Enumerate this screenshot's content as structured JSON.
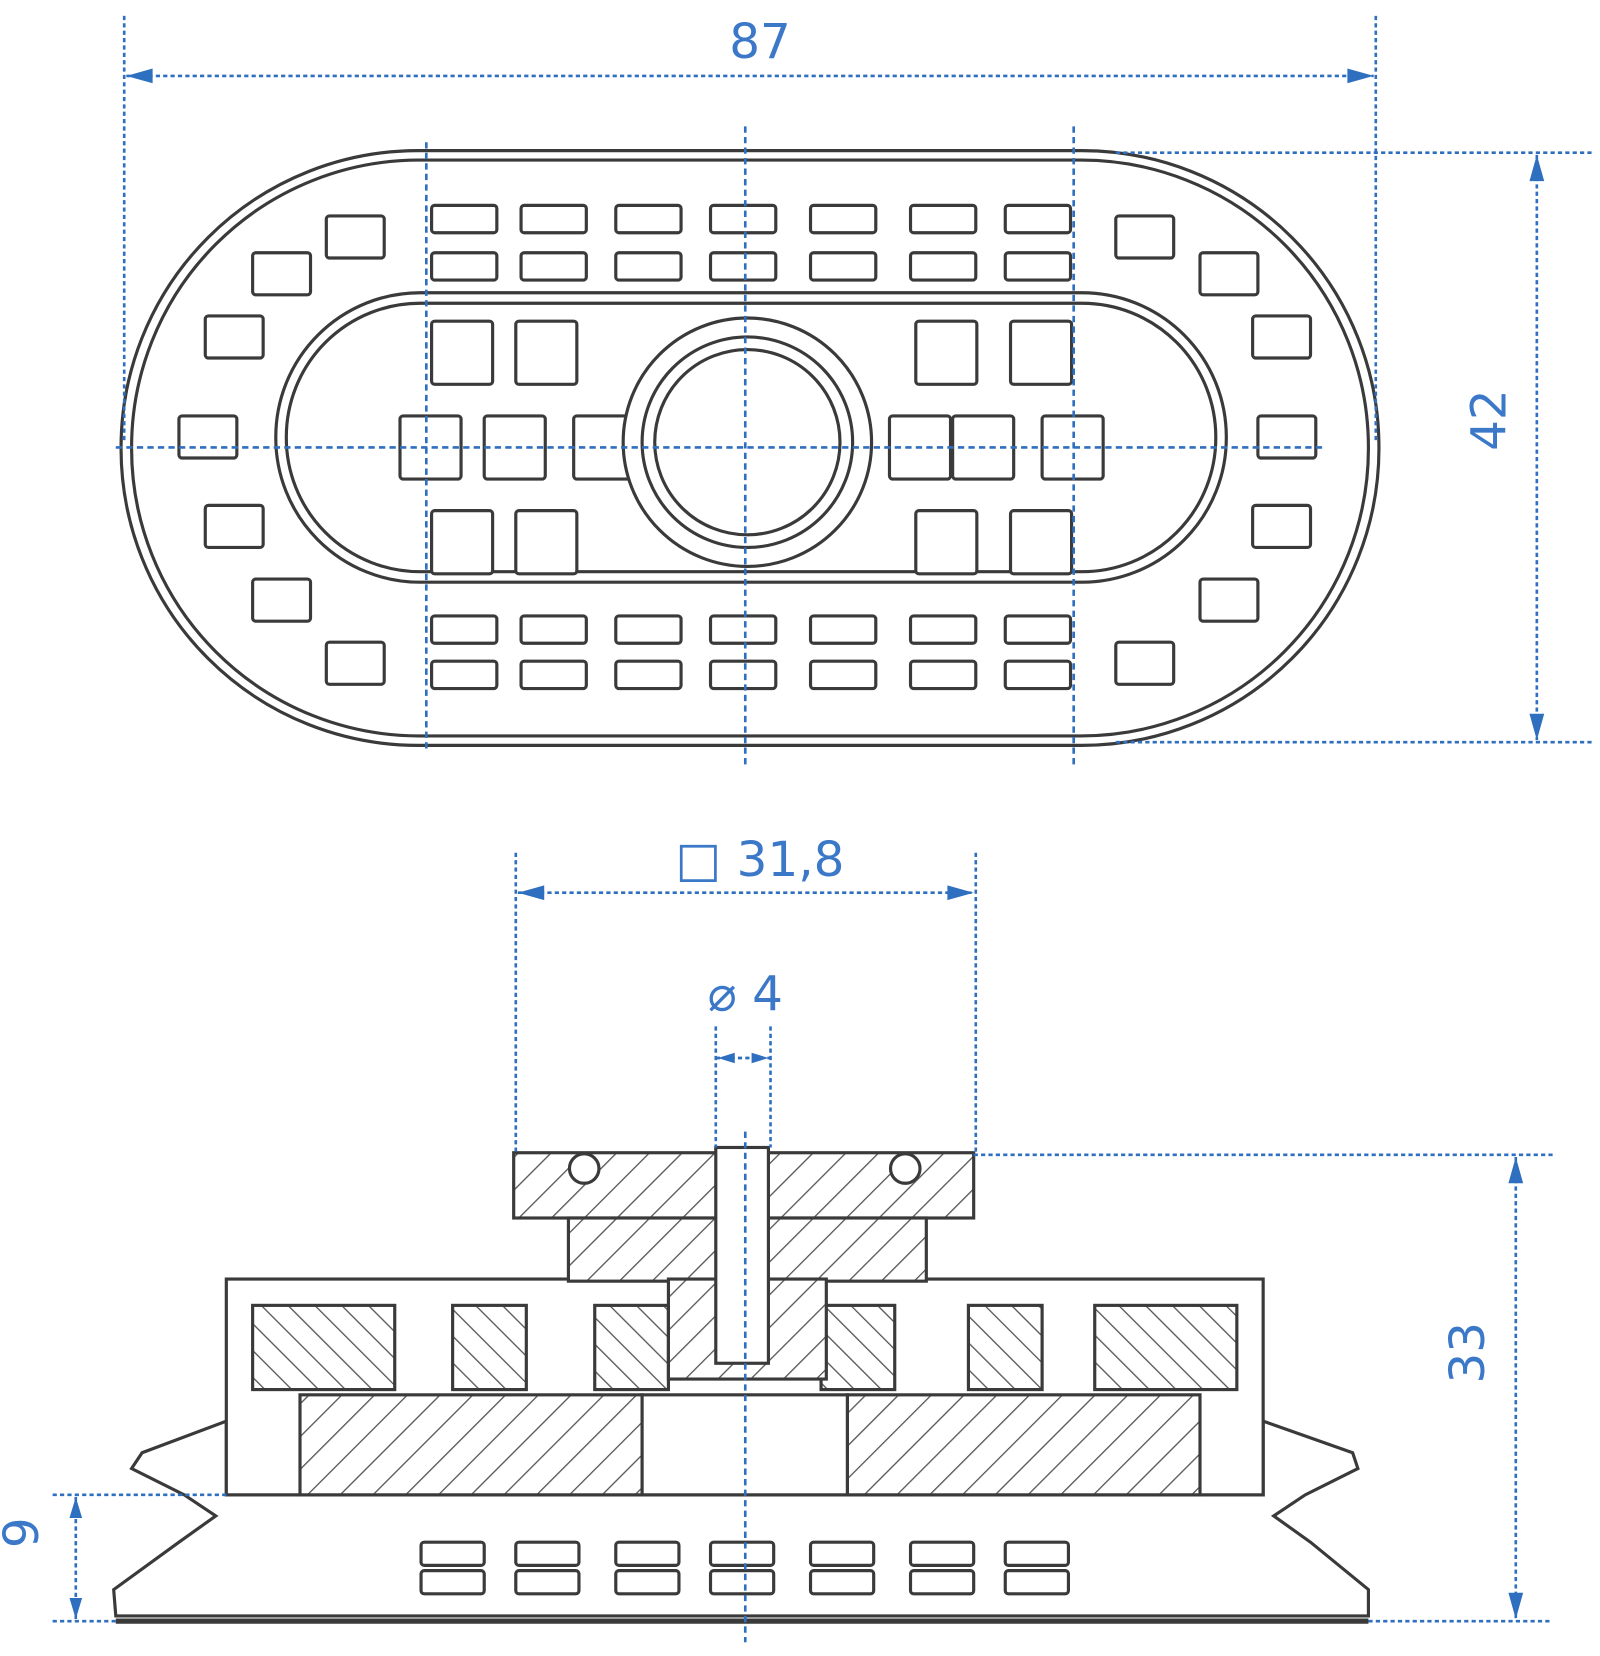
{
  "dimensions": {
    "overall_length": "87",
    "overall_width": "42",
    "connector_square": "□ 31,8",
    "bore_diameter": "⌀ 4",
    "overall_height": "33",
    "bellows_height": "9"
  },
  "colors": {
    "dimension": "#2f6fc0",
    "outline": "#3a3a3a"
  }
}
